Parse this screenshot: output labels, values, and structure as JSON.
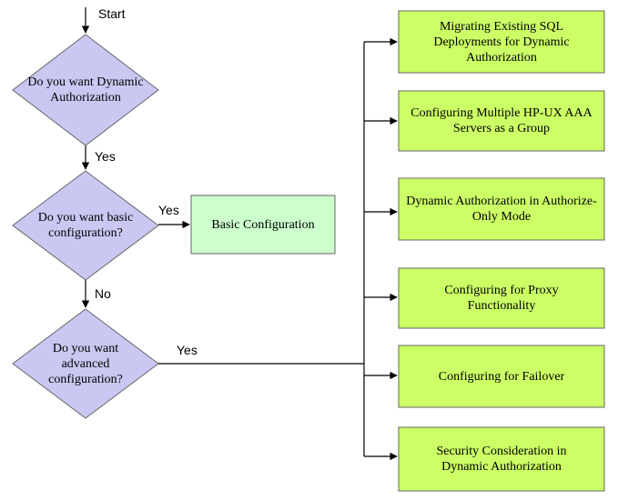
{
  "start_label": "Start",
  "decisions": [
    {
      "text": "Do you want Dynamic Authorization"
    },
    {
      "text": "Do you want basic configuration?"
    },
    {
      "text": "Do you want advanced configuration?"
    }
  ],
  "edge_labels": {
    "d1_yes": "Yes",
    "d2_yes": "Yes",
    "d2_no": "No",
    "d3_yes": "Yes"
  },
  "basic_box": "Basic Configuration",
  "advanced_options": [
    "Migrating Existing SQL Deployments for Dynamic Authorization",
    "Configuring Multiple HP-UX AAA Servers as a Group",
    "Dynamic Authorization in Authorize-Only Mode",
    "Configuring for Proxy Functionality",
    "Configuring for Failover",
    "Security Consideration in Dynamic Authorization"
  ]
}
